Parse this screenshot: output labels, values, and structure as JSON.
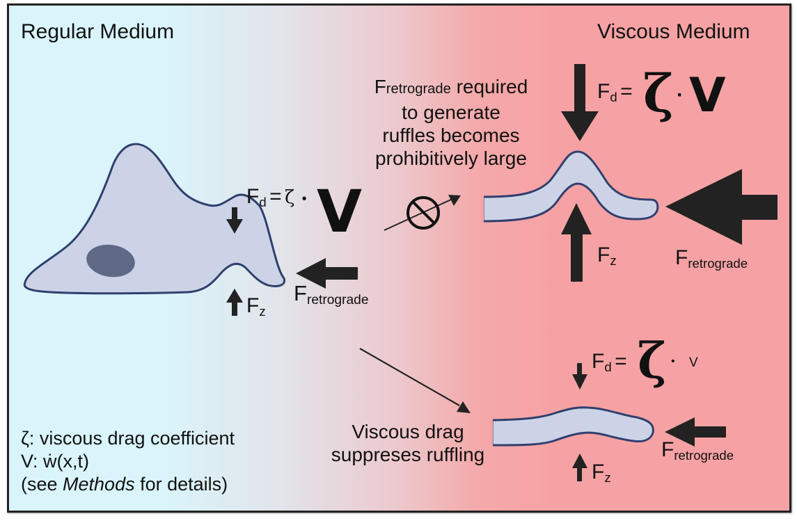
{
  "panels": {
    "left_title": "Regular Medium",
    "right_title": "Viscous Medium"
  },
  "regular": {
    "drag_eq": {
      "lhs": "F",
      "lhs_sub": "d",
      "equals": "=",
      "coef": "ζ",
      "dot": "•",
      "vel": "V"
    },
    "fz": {
      "main": "F",
      "sub": "z"
    },
    "fretro": {
      "main": "F",
      "sub": "retrograde"
    }
  },
  "viscous_high_velocity": {
    "caption": {
      "lead": "F",
      "lead_sub": "retrograde",
      "line1_rest": " required",
      "line2": "to generate",
      "line3": "ruffles becomes",
      "line4": "prohibitively large"
    },
    "drag_eq": {
      "lhs": "F",
      "lhs_sub": "d",
      "equals": "=",
      "coef": "ζ",
      "dot": "·",
      "vel": "V"
    },
    "fz": {
      "main": "F",
      "sub": "z"
    },
    "fretro": {
      "main": "F",
      "sub": "retrograde"
    },
    "blocked_symbol": "prohibited-icon"
  },
  "viscous_low_velocity": {
    "caption": {
      "line1": "Viscous drag",
      "line2": "suppreses ruffling"
    },
    "drag_eq": {
      "lhs": "F",
      "lhs_sub": "d",
      "equals": "=",
      "coef": "ζ",
      "dot": "•",
      "vel": "V"
    },
    "fz": {
      "main": "F",
      "sub": "z"
    },
    "fretro": {
      "main": "F",
      "sub": "retrograde"
    }
  },
  "legend": {
    "line1": "ζ: viscous drag coefficient",
    "line2": "V: ẇ(x,t)",
    "line3_pre": "(see ",
    "line3_em": "Methods",
    "line3_post": " for details)"
  },
  "colors": {
    "regular_bg": "#d9f5fb",
    "viscous_bg": "#f6a2a4",
    "cell_fill": "#cdd3e6",
    "cell_stroke": "#2f3f6e",
    "nucleus": "#5f6885",
    "arrow": "#222222"
  }
}
